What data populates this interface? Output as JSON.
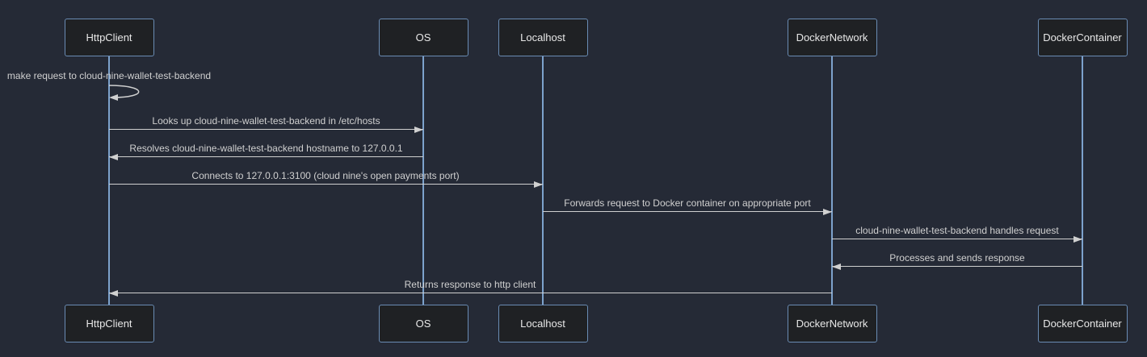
{
  "diagram": {
    "kind": "sequence-diagram",
    "colors": {
      "background": "#252a36",
      "actor_fill": "#1f2124",
      "actor_border": "#6a8cb4",
      "lifeline": "#7da2cc",
      "message": "#d0d0d0",
      "actor_text": "#e8e8e8"
    },
    "actors": [
      {
        "id": "HttpClient",
        "label": "HttpClient"
      },
      {
        "id": "OS",
        "label": "OS"
      },
      {
        "id": "Localhost",
        "label": "Localhost"
      },
      {
        "id": "DockerNetwork",
        "label": "DockerNetwork"
      },
      {
        "id": "DockerContainer",
        "label": "DockerContainer"
      }
    ],
    "messages": [
      {
        "from": "HttpClient",
        "to": "HttpClient",
        "style": "self",
        "text": "make request to cloud-nine-wallet-test-backend"
      },
      {
        "from": "HttpClient",
        "to": "OS",
        "style": "solid-arrow",
        "text": "Looks up cloud-nine-wallet-test-backend in /etc/hosts"
      },
      {
        "from": "OS",
        "to": "HttpClient",
        "style": "solid-arrow",
        "text": "Resolves cloud-nine-wallet-test-backend hostname to 127.0.0.1"
      },
      {
        "from": "HttpClient",
        "to": "Localhost",
        "style": "solid-arrow",
        "text": "Connects to 127.0.0.1:3100 (cloud nine's open payments port)"
      },
      {
        "from": "Localhost",
        "to": "DockerNetwork",
        "style": "solid-arrow",
        "text": "Forwards request to Docker container on appropriate port"
      },
      {
        "from": "DockerNetwork",
        "to": "DockerContainer",
        "style": "solid-arrow",
        "text": "cloud-nine-wallet-test-backend handles request"
      },
      {
        "from": "DockerContainer",
        "to": "DockerNetwork",
        "style": "solid-arrow",
        "text": "Processes and sends response"
      },
      {
        "from": "DockerNetwork",
        "to": "HttpClient",
        "style": "solid-arrow",
        "text": "Returns response to http client"
      }
    ]
  }
}
